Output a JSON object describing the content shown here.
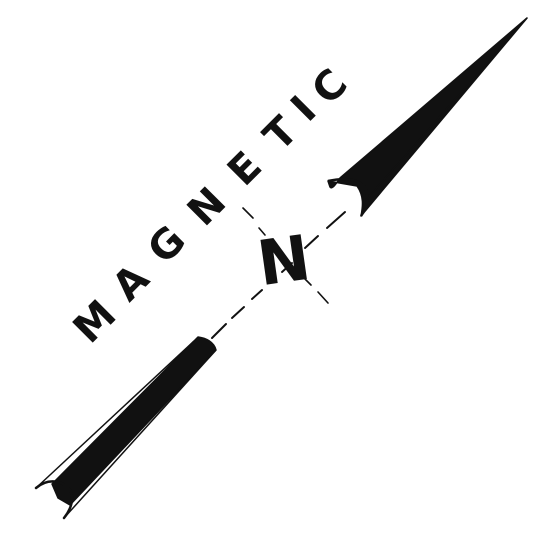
{
  "label": {
    "word": "MAGNETIC",
    "letters": [
      "M",
      "A",
      "G",
      "N",
      "E",
      "T",
      "I",
      "C"
    ]
  },
  "north_marker": "N",
  "colors": {
    "ink": "#111111",
    "background": "#ffffff"
  },
  "icons": {
    "arrow": "magnetic-north-arrow"
  }
}
